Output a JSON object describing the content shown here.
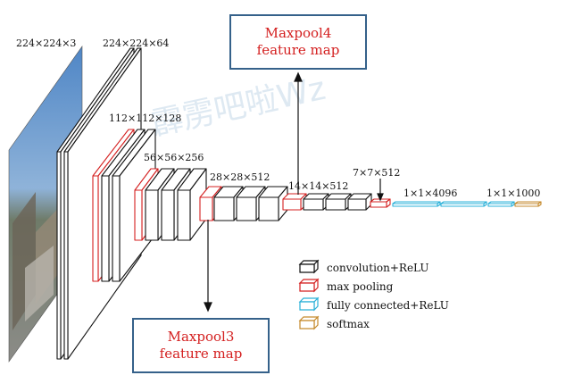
{
  "watermark": "@ 霹雳吧啦Wz",
  "layer_labels": {
    "input": "224×224×3",
    "conv1": "224×224×64",
    "conv2": "112×112×128",
    "conv3": "56×56×256",
    "conv4": "28×28×512",
    "conv5": "14×14×512",
    "pool5": "7×7×512",
    "fc1": "1×1×4096",
    "fc3": "1×1×1000"
  },
  "callouts": {
    "maxpool4": {
      "line1": "Maxpool4",
      "line2": "feature map"
    },
    "maxpool3": {
      "line1": "Maxpool3",
      "line2": "feature map"
    }
  },
  "legend": [
    {
      "label": "convolution+ReLU",
      "color": "#111111"
    },
    {
      "label": "max pooling",
      "color": "#d42020"
    },
    {
      "label": "fully connected+ReLU",
      "color": "#2ab0d8"
    },
    {
      "label": "softmax",
      "color": "#c58a2c"
    }
  ],
  "colors": {
    "conv": "#111111",
    "pool": "#d42020",
    "fc": "#2ab0d8",
    "softmax": "#c58a2c",
    "callout_border": "#35618a",
    "callout_text": "#d42020"
  }
}
